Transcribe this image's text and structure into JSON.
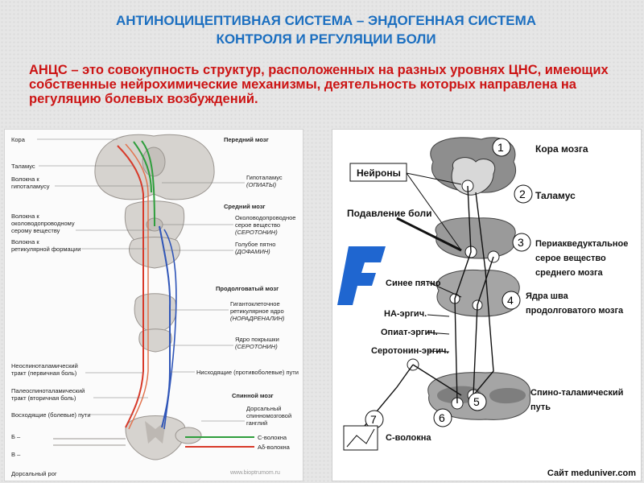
{
  "title_line1": "АНТИНОЦИЦЕПТИВНАЯ СИСТЕМА – ЭНДОГЕННАЯ СИСТЕМА",
  "title_line2": "КОНТРОЛЯ И РЕГУЛЯЦИИ БОЛИ",
  "definition": "АНЦС – это совокупность структур, расположенных на разных уровнях ЦНС, имеющих собственные нейрохимические механизмы, деятельность которых направлена на регуляцию болевых возбуждений.",
  "left_diagram": {
    "left_labels": {
      "kora": "Кора",
      "talamus": "Таламус",
      "volokna_gipot_1": "Волокна к",
      "volokna_gipot_2": "гипоталамусу",
      "volokna_okolo_1": "Волокна к",
      "volokna_okolo_2": "околоводопроводному",
      "volokna_okolo_3": "серому веществу",
      "volokna_retik_1": "Волокна к",
      "volokna_retik_2": "ретикулярной формации",
      "neospino_1": "Неоспиноталамический",
      "neospino_2": "тракт (первичная боль)",
      "paleo_1": "Палеоспиноталамический",
      "paleo_2": "тракт (вторичная боль)",
      "vosh": "Восходящие (болевые) пути",
      "b": "Б –",
      "v": "В –",
      "dors_rog": "Дорсальный рог"
    },
    "right_labels": {
      "pered_mozg": "Передний мозг",
      "gipot": "Гипоталамус",
      "opiaty": "(ОПИАТЫ)",
      "sred_mozg": "Средний мозг",
      "okolo_1": "Околоводопроводное",
      "okolo_2": "серое вещество",
      "serotonin1": "(СЕРОТОНИН)",
      "goluboe": "Голубое пятно",
      "dofamin": "(ДОФАМИН)",
      "prodolg": "Продолговатый мозг",
      "gigant_1": "Гигантоклеточное",
      "gigant_2": "ретикулярное ядро",
      "noradr": "(НОРАДРЕНАЛИН)",
      "yadro_1": "Ядро покрышки",
      "serotonin2": "(СЕРОТОНИН)",
      "nishod": "Нисходящие (противоболевые) пути",
      "spin_mozg": "Спинной мозг",
      "dors_1": "Дорсальный",
      "dors_2": "спинномозговой",
      "dors_3": "ганглий",
      "c_volokna": "С-волокна",
      "a_volokna": "Aδ-волокна"
    },
    "watermark": "www.bioptrumom.ru"
  },
  "right_diagram": {
    "neirony": "Нейроны",
    "podavlenie": "Подавление боли",
    "sinee": "Синее пятно",
    "na_ergich": "НА-эргич.",
    "opiat_ergich": "Опиат-эргич.",
    "serotonin_ergich": "Серотонин-эргич.",
    "c_volokna": "С-волокна",
    "logo": "F",
    "items": [
      {
        "num": "1",
        "label1": "Кора мозга",
        "label2": "",
        "label3": ""
      },
      {
        "num": "2",
        "label1": "Таламус",
        "label2": "",
        "label3": ""
      },
      {
        "num": "3",
        "label1": "Периакведуктальное",
        "label2": "серое вещество",
        "label3": "среднего мозга"
      },
      {
        "num": "4",
        "label1": "Ядра шва",
        "label2": "продолговатого мозга",
        "label3": ""
      },
      {
        "num": "5",
        "label1": "",
        "label2": "",
        "label3": ""
      },
      {
        "num": "6",
        "label1": "",
        "label2": "",
        "label3": ""
      },
      {
        "num": "7",
        "label1": "",
        "label2": "",
        "label3": ""
      }
    ],
    "spino_1": "Спино-таламический",
    "spino_2": "путь"
  },
  "credit": "Сайт meduniver.com",
  "colors": {
    "title": "#1c6fc0",
    "definition": "#cc1414",
    "ascending": "#d83a2a",
    "green": "#2e9e3c",
    "descending": "#2f55b8",
    "logo": "#1f66d0"
  }
}
